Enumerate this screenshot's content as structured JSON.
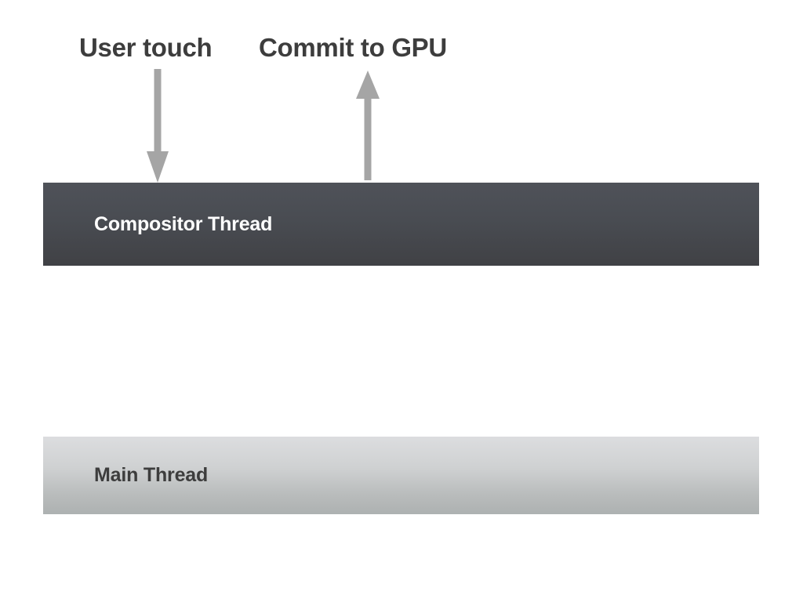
{
  "diagram": {
    "title_annotations": [
      {
        "id": "user-touch",
        "text": "User touch"
      },
      {
        "id": "commit-to-gpu",
        "text": "Commit to GPU"
      }
    ],
    "arrows": [
      {
        "id": "user-touch-arrow",
        "icon": "arrow-down-icon",
        "direction": "down",
        "color": "#a5a5a5",
        "from_label": "User touch",
        "to_lane": "Compositor Thread"
      },
      {
        "id": "commit-to-gpu-arrow",
        "icon": "arrow-up-icon",
        "direction": "up",
        "color": "#a5a5a5",
        "from_lane": "Compositor Thread",
        "to_label": "Commit to GPU"
      }
    ],
    "lanes": [
      {
        "id": "compositor-thread",
        "label": "Compositor Thread",
        "text_color": "#ffffff",
        "gradient_top": "#4f5259",
        "gradient_bottom": "#404145"
      },
      {
        "id": "main-thread",
        "label": "Main Thread",
        "text_color": "#3d3d3d",
        "gradient_top": "#dcdddf",
        "gradient_bottom": "#adb1b1"
      }
    ],
    "background_color": "#ffffff",
    "label_color": "#3d3d3d"
  }
}
